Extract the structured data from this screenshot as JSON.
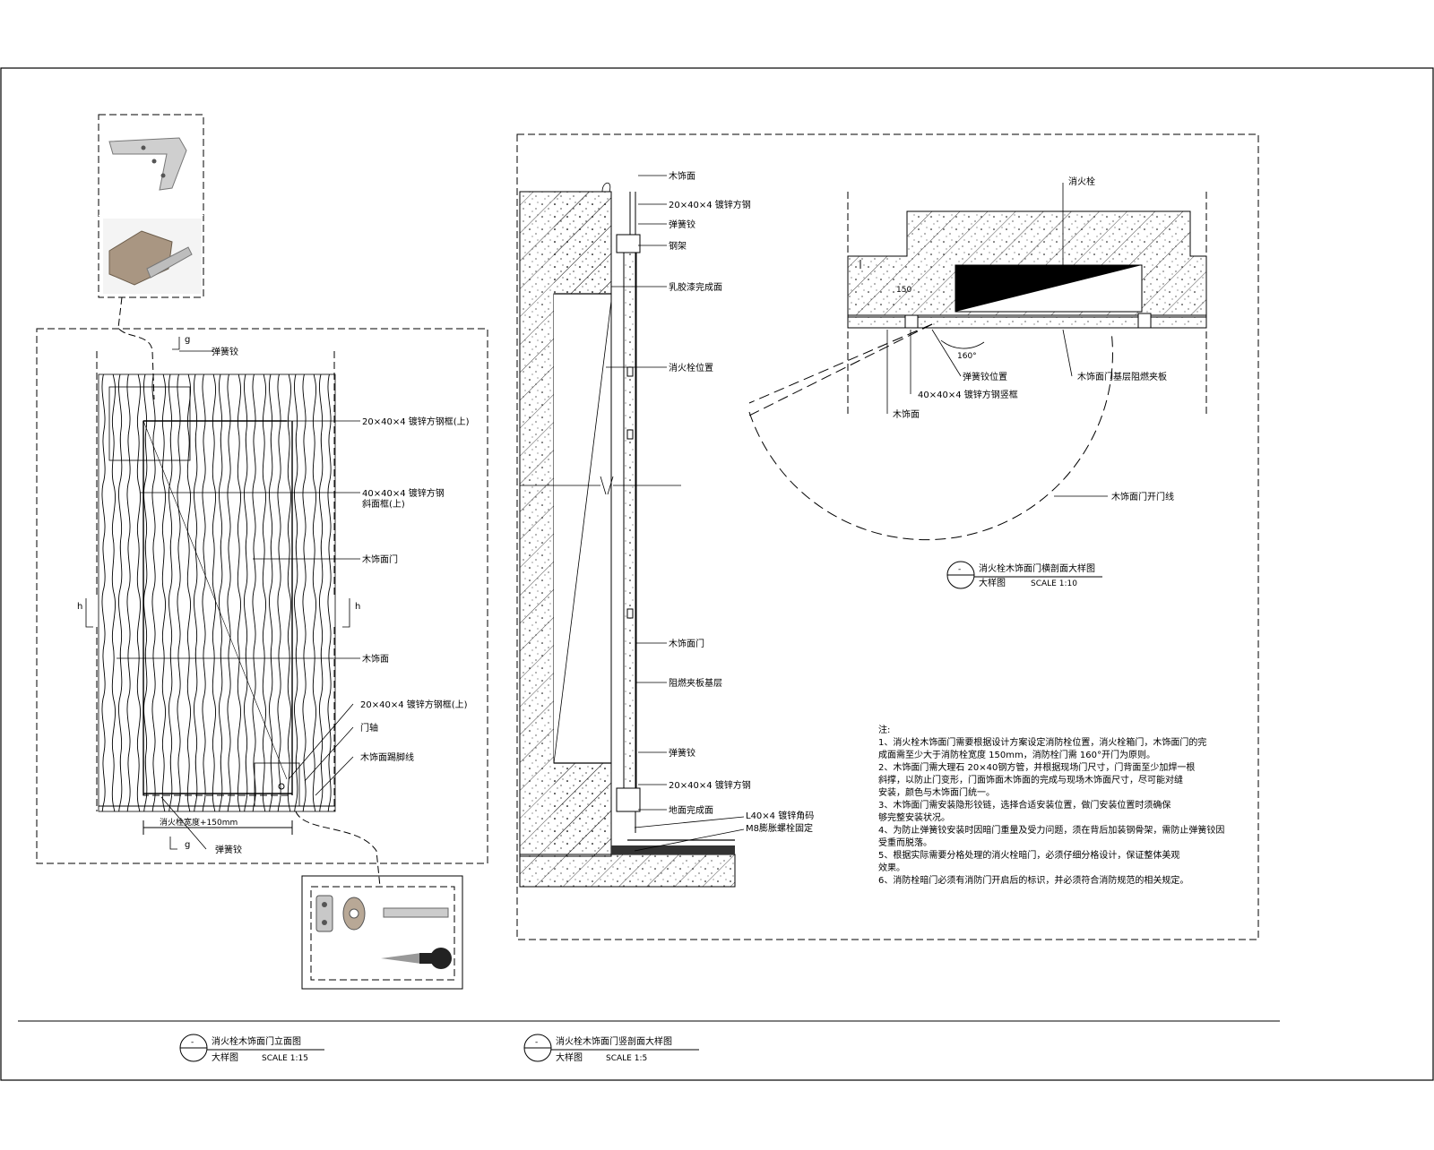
{
  "elevation": {
    "labels": [
      "弹簧铰",
      "20×40×4 镀锌方钢框(上)",
      "40×40×4 镀锌方钢",
      "斜面框(上)",
      "木饰面门",
      "木饰面",
      "20×40×4 镀锌方钢框(上)",
      "门轴",
      "木饰面踢脚线"
    ],
    "dimension": "消火栓宽度+150mm",
    "section_marks": [
      "h",
      "h",
      "g",
      "g"
    ],
    "bottom_label": "弹簧铰"
  },
  "section": {
    "labels": [
      "木饰面",
      "20×40×4 镀锌方钢",
      "弹簧铰",
      "钢架",
      "乳胶漆完成面",
      "消火栓位置",
      "木饰面门",
      "阻燃夹板基层",
      "弹簧铰",
      "20×40×4 镀锌方钢",
      "地面完成面",
      "L40×4 镀锌角码",
      "M8膨胀螺栓固定"
    ]
  },
  "plan": {
    "labels": [
      "消火栓",
      "弹簧铰位置",
      "木饰面门基层阻燃夹板",
      "40×40×4 镀锌方钢竖框",
      "木饰面",
      "木饰面门开门线"
    ],
    "angle_label": "160°",
    "dim_small": "150",
    "title": "消火栓木饰面门横剖面大样图",
    "subtitle": "大样图",
    "scale": "SCALE 1:10",
    "bubble": "-"
  },
  "notes": {
    "heading": "注:",
    "lines": [
      "1、消火栓木饰面门需要根据设计方案设定消防栓位置，消火栓箱门，木饰面门的完",
      "成面需至少大于消防栓宽度 150mm，消防栓门需 160°开门为原则。",
      "2、木饰面门需大理石 20×40钢方管，并根据现场门尺寸，门背面至少加焊一根",
      "斜撑，以防止门变形，门面饰面木饰面的完成与现场木饰面尺寸，尽可能对缝",
      "安装，颜色与木饰面门统一。",
      "3、木饰面门需安装隐形铰链，选择合适安装位置，做门安装位置时须确保",
      "够完整安装状况。",
      "4、为防止弹簧铰安装时因暗门重量及受力问题，须在背后加装钢骨架，需防止弹簧铰因",
      "受重而脱落。",
      "5、根据实际需要分格处理的消火栓暗门，必须仔细分格设计，保证整体美观",
      "效果。",
      "6、消防栓暗门必须有消防门开启后的标识，并必须符合消防规范的相关规定。"
    ]
  },
  "titles": [
    {
      "bubble": "-",
      "name": "消火栓木饰面门立面图",
      "sub": "大样图",
      "scale": "SCALE 1:15"
    },
    {
      "bubble": "-",
      "name": "消火栓木饰面门竖剖面大样图",
      "sub": "大样图",
      "scale": "SCALE 1:5"
    }
  ],
  "colors": {
    "line": "#000000",
    "background": "#ffffff"
  }
}
